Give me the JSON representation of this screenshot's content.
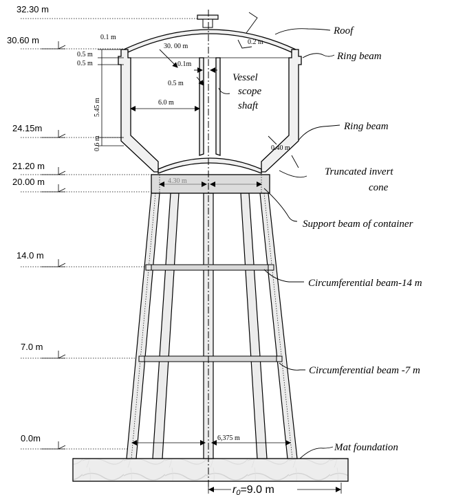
{
  "elevations": {
    "top": "32.30 m",
    "roof_base": "30.60 m",
    "ring_lower": "24.15m",
    "cone_base": "21.20 m",
    "support_level": "20.00 m",
    "beam_14": "14.0 m",
    "beam_7": "7.0 m",
    "ground": "0.0m"
  },
  "dimensions": {
    "d01": "0.1 m",
    "d05a": "0.5 m",
    "d05b": "0.5 m",
    "h545": "5.45 m",
    "h06": "0.6 m",
    "r30": "30. 00 m",
    "s01": "0.1m",
    "s05": "0.5 m",
    "w60": "6.0 m",
    "roof_t": "0.2 m",
    "cone_t": "0.40 m",
    "beam_w": "4.30 m",
    "base_w": "6,375 m",
    "r0_sym": "r",
    "r0_sub": "0",
    "r0_val": "=9.0 m"
  },
  "labels": {
    "roof": "Roof",
    "ring_beam_top": "Ring  beam",
    "ring_beam_bottom": "Ring  beam",
    "shaft_1": "Vessel",
    "shaft_2": "scope",
    "shaft_3": "shaft",
    "cone_1": "Truncated invert",
    "cone_2": "cone",
    "support": "Support beam of container",
    "circ_14": "Circumferential beam-14 m",
    "circ_7": "Circumferential beam -7 m",
    "mat": "Mat foundation"
  }
}
